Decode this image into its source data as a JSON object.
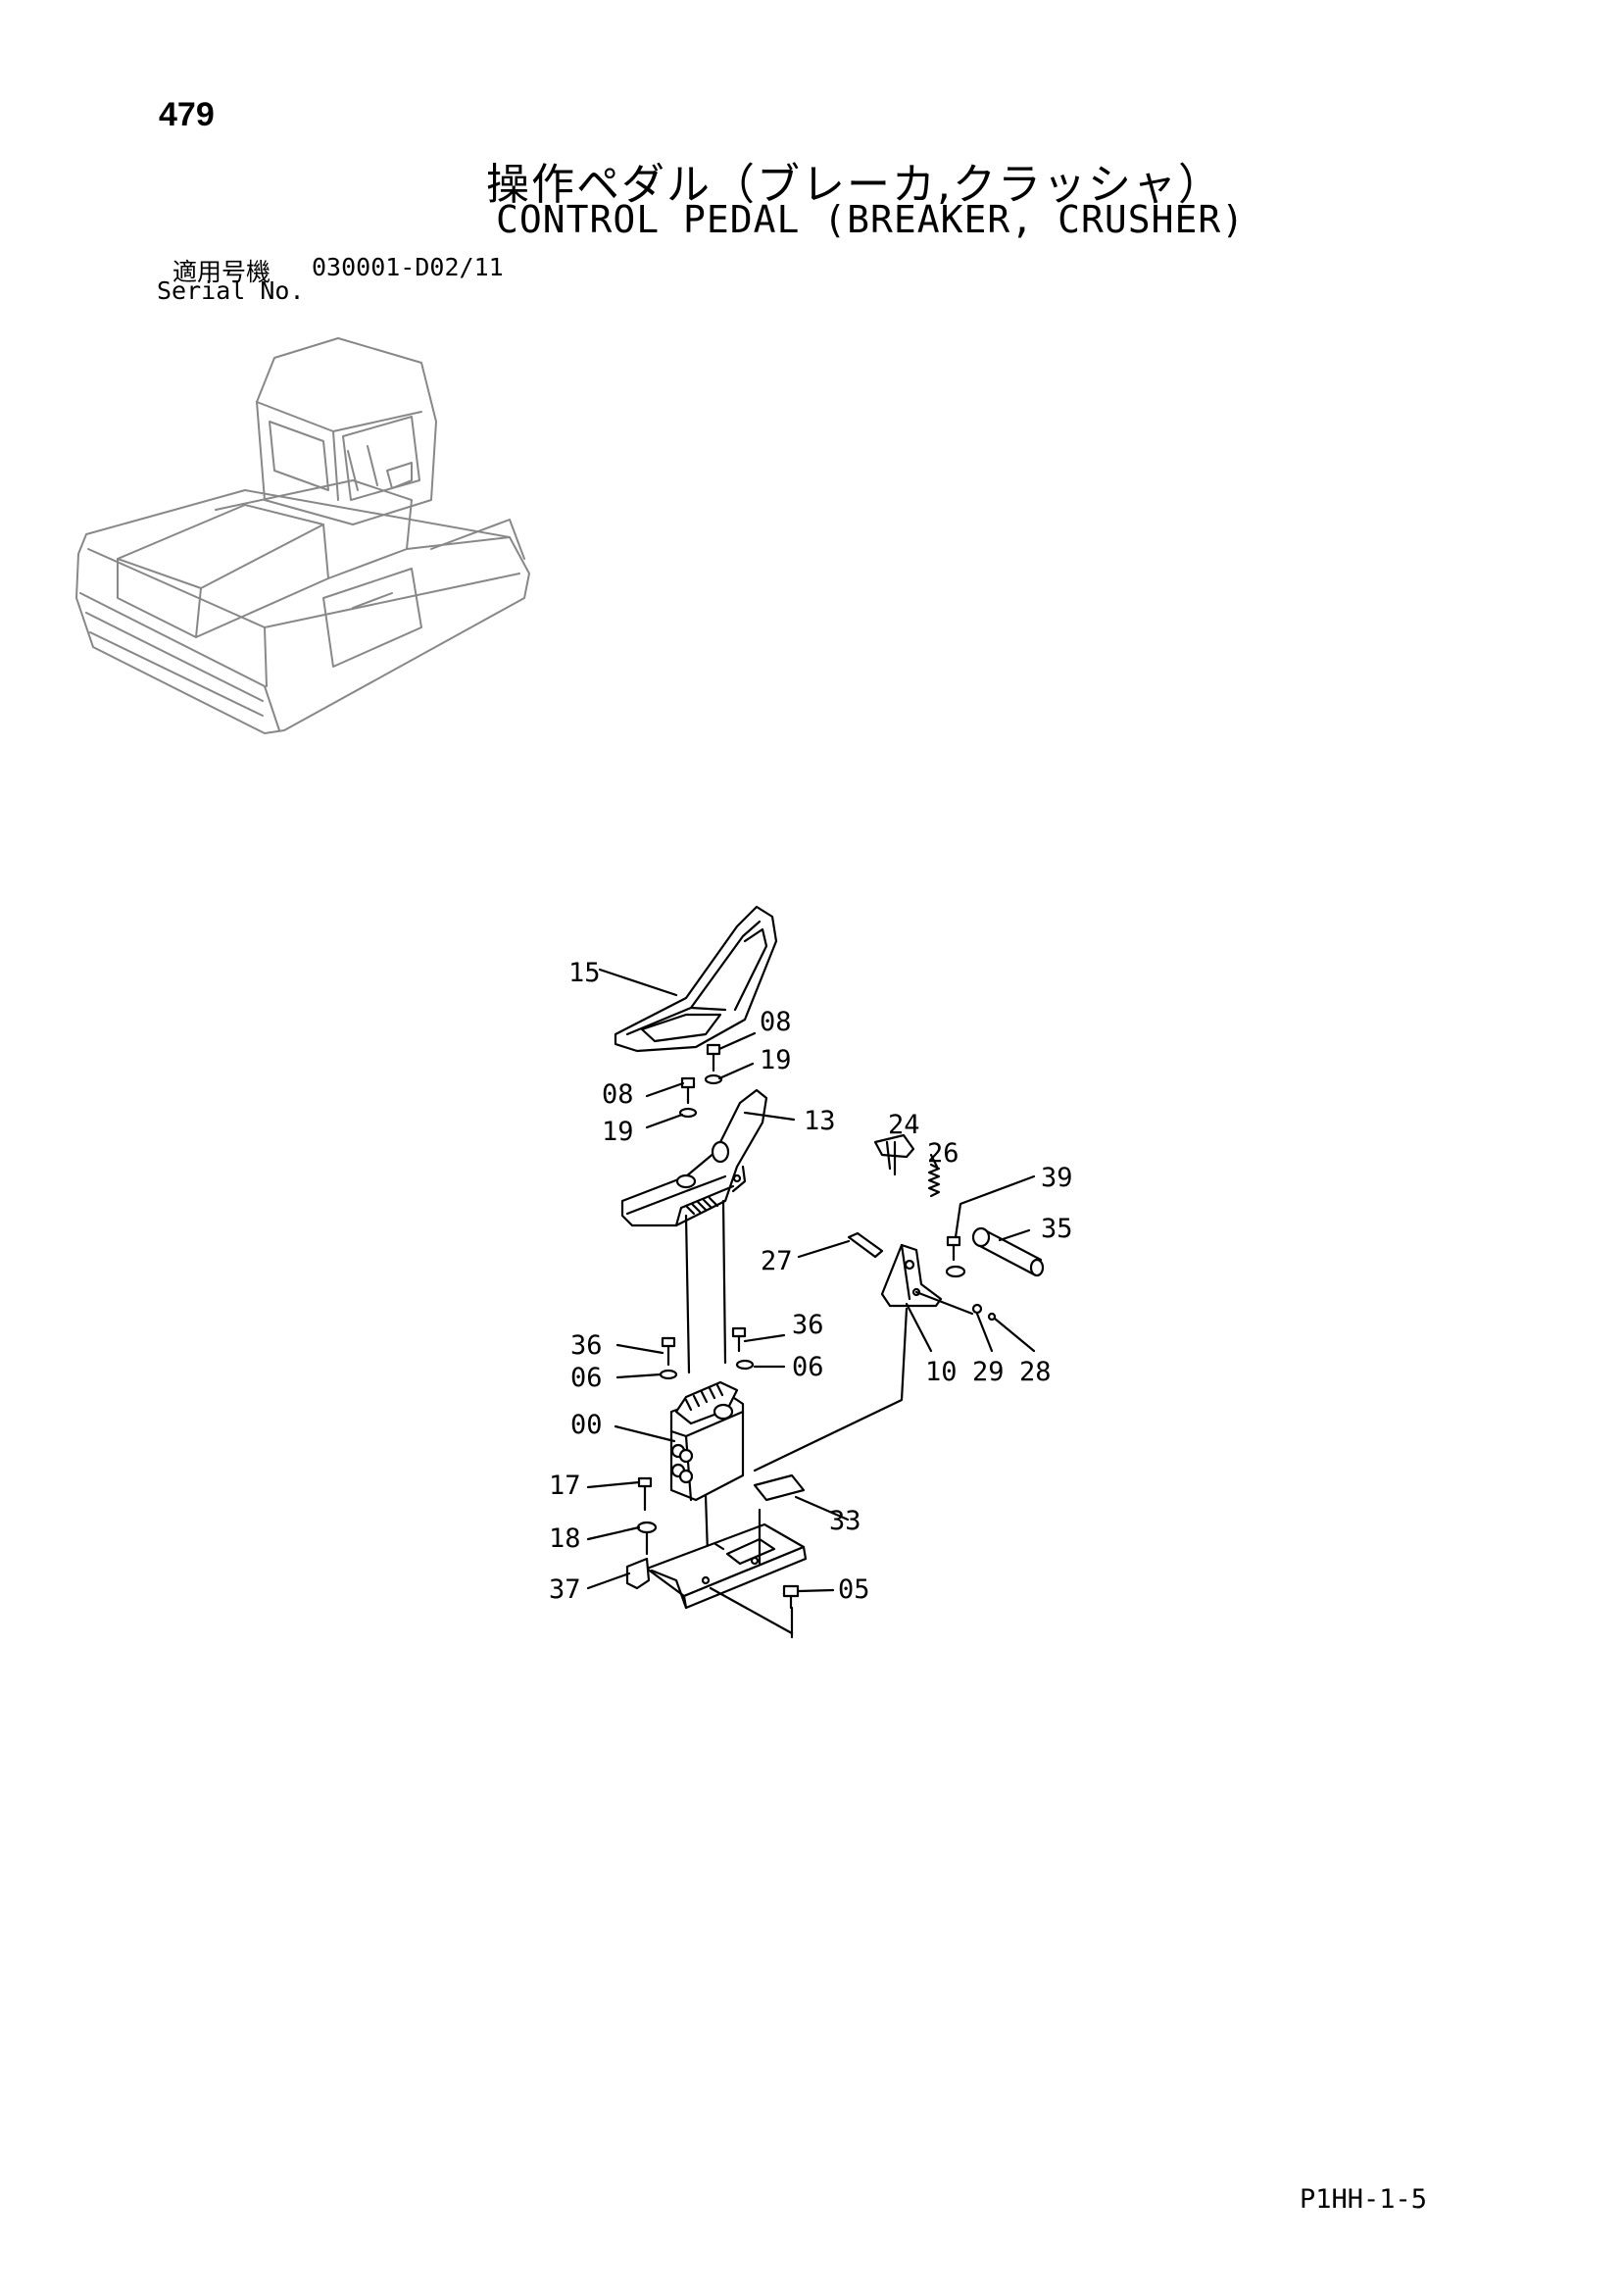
{
  "page_number": "479",
  "title_jp": "操作ペダル（ブレーカ,クラッシャ）",
  "title_en": "CONTROL PEDAL (BREAKER, CRUSHER)",
  "serial": {
    "label_jp": "適用号機",
    "value": "030001-D02/11",
    "label_en": "Serial No."
  },
  "footer_code": "P1HH-1-5",
  "callouts": {
    "p15": "15",
    "p08a": "08",
    "p19a": "19",
    "p08b": "08",
    "p19b": "19",
    "p13": "13",
    "p24": "24",
    "p26": "26",
    "p39": "39",
    "p35": "35",
    "p27": "27",
    "p36a": "36",
    "p36b": "36",
    "p06a": "06",
    "p06b": "06",
    "p10": "10",
    "p29": "29",
    "p28": "28",
    "p00": "00",
    "p17": "17",
    "p18": "18",
    "p33": "33",
    "p37": "37",
    "p05": "05"
  }
}
